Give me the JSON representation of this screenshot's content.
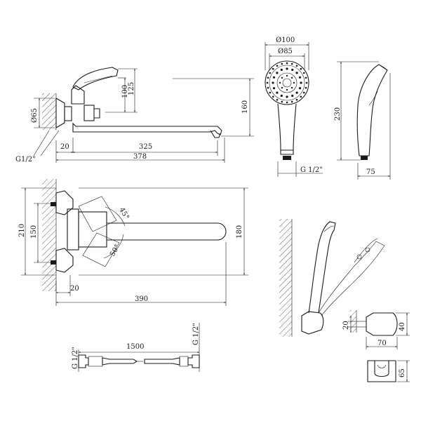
{
  "dimensions": {
    "top_faucet": {
      "d100": "100",
      "d125": "125",
      "d160": "160",
      "d65": "Ø65",
      "d20": "20",
      "d325": "325",
      "d378": "378",
      "g12": "G1/2\""
    },
    "plan_view": {
      "d210": "210",
      "d150": "150",
      "d180": "180",
      "d45": "45°",
      "d50": "50°",
      "d20": "20",
      "d390": "390"
    },
    "shower_head": {
      "d100": "Ø100",
      "d85": "Ø85",
      "d230": "230",
      "d75": "75",
      "g12": "G 1/2\""
    },
    "hose": {
      "d1500": "1500",
      "g12_left": "G 1/2\"",
      "g12_right": "G 1/2\""
    },
    "holder": {
      "d20": "20",
      "d40": "40",
      "d70": "70",
      "d65": "65"
    }
  }
}
